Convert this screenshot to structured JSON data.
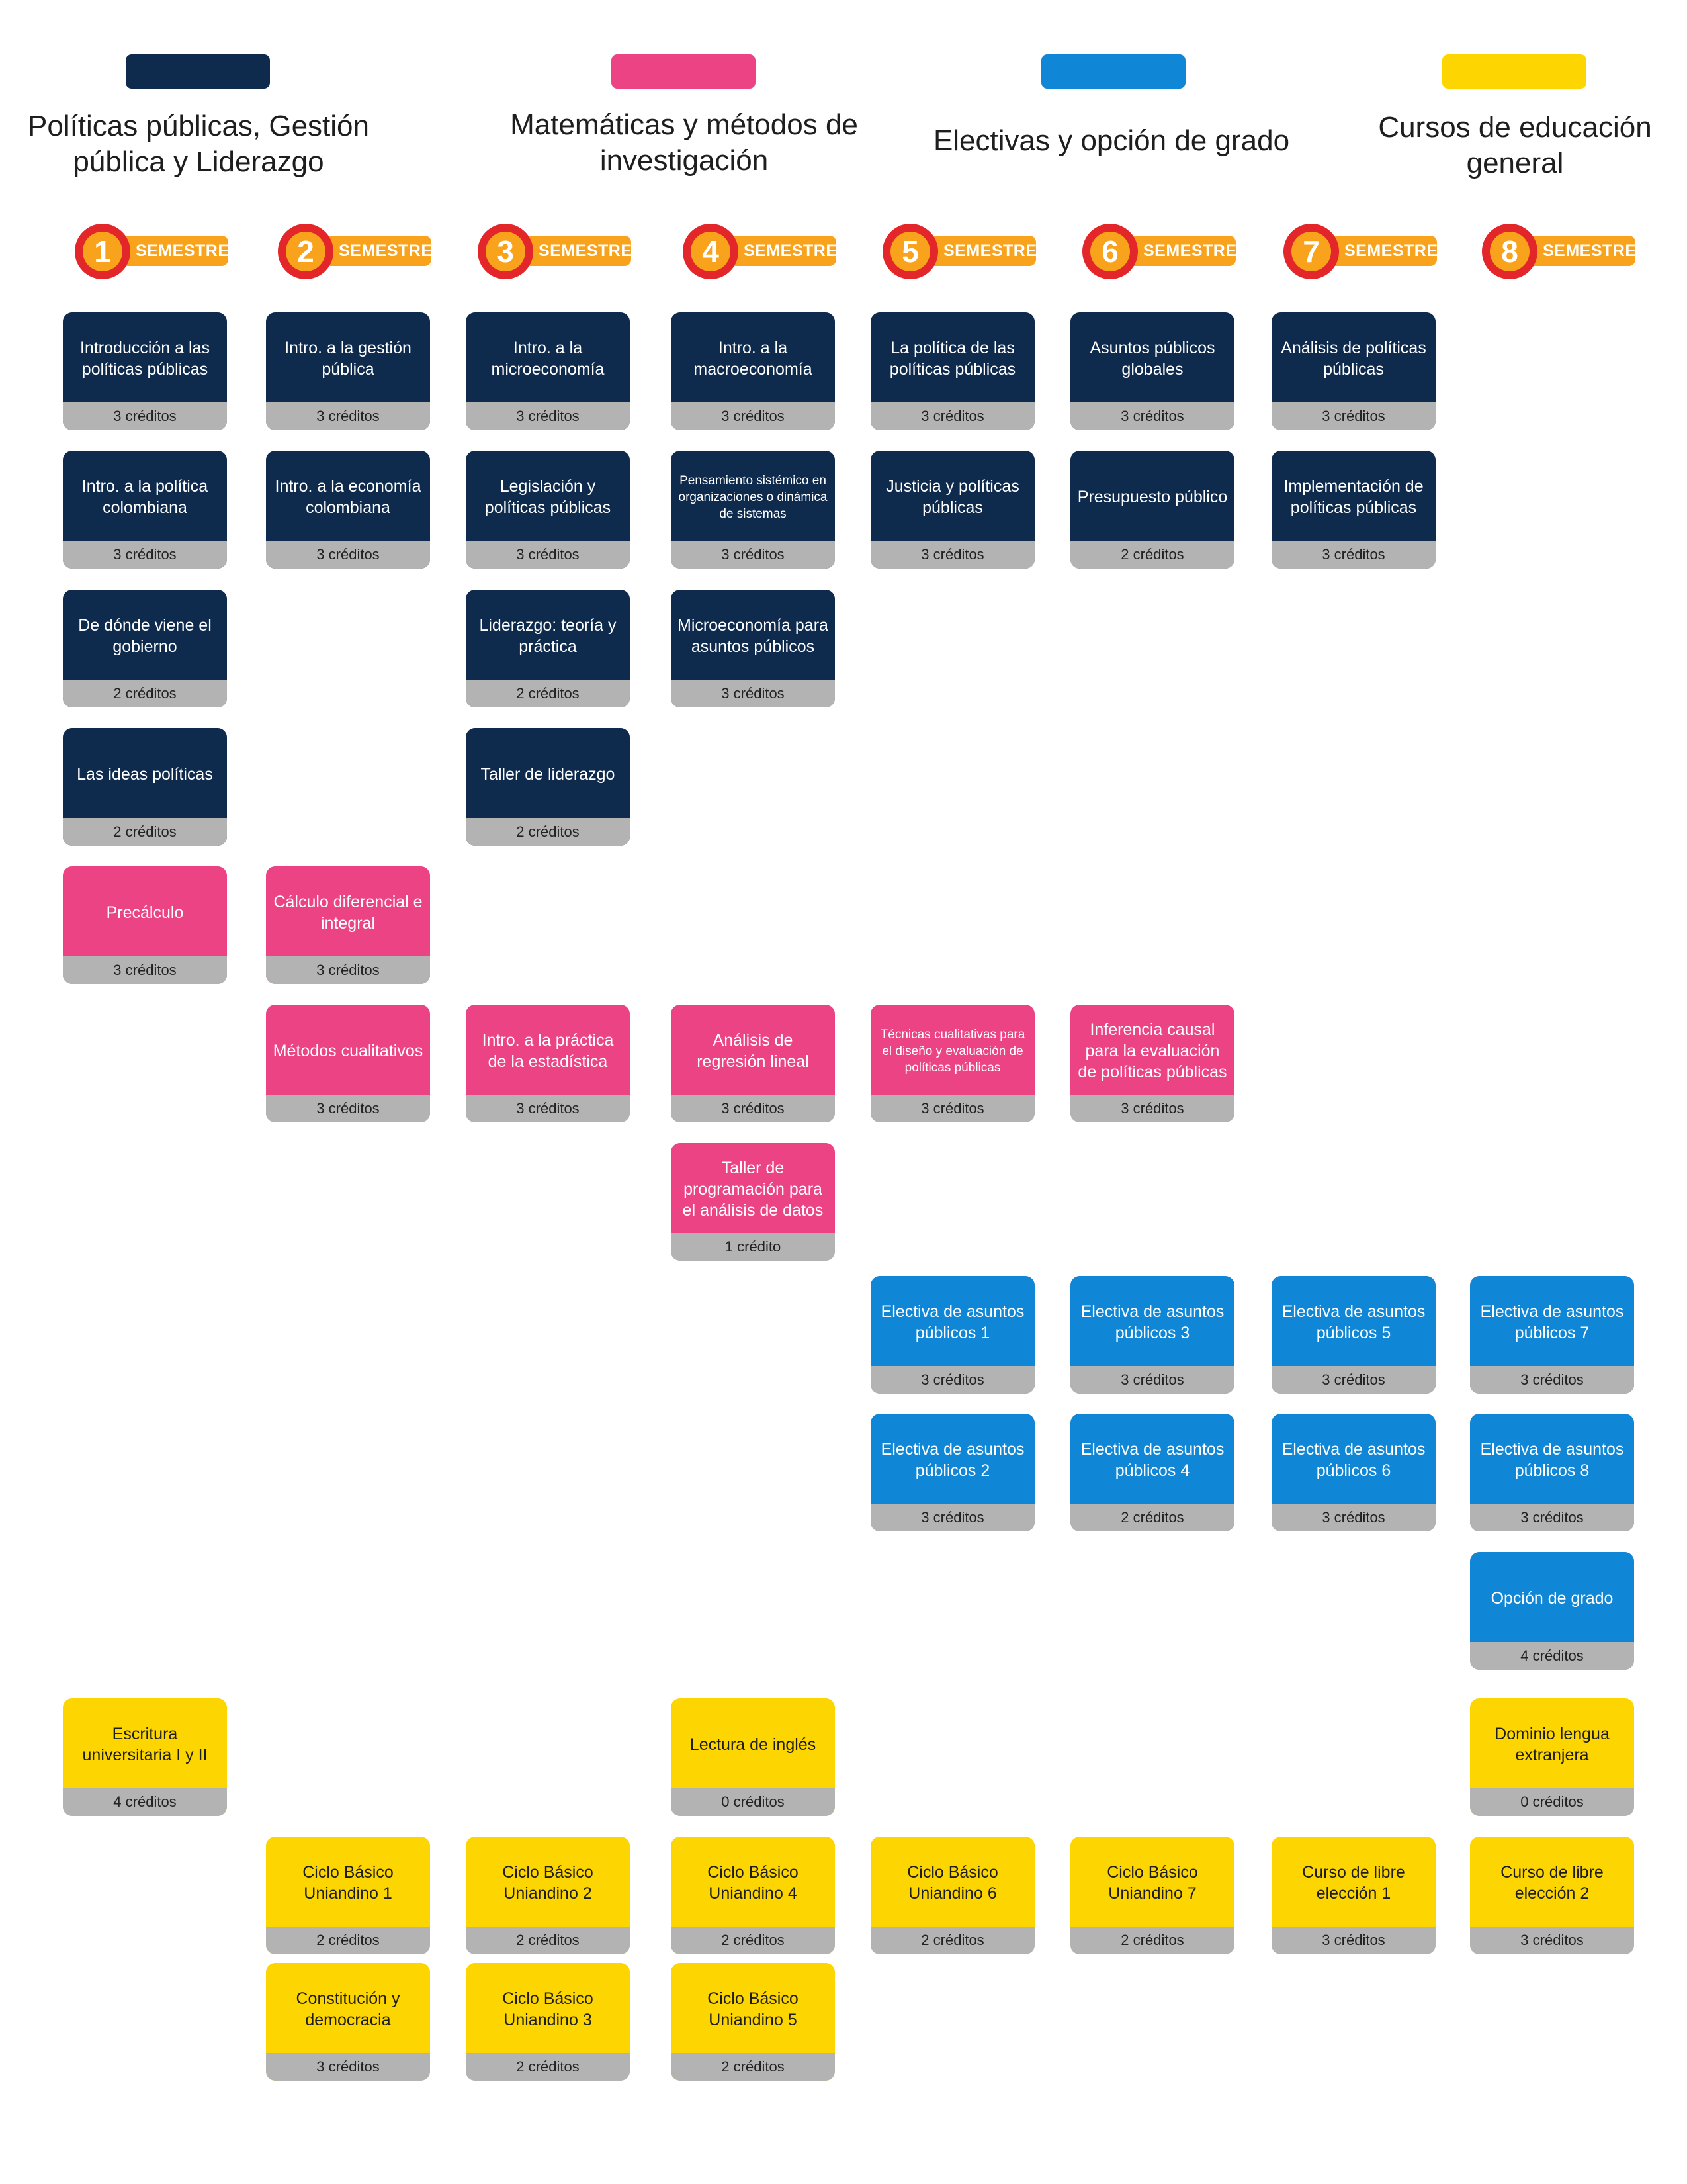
{
  "colors": {
    "navy": "#0e2a4d",
    "pink": "#ec4385",
    "blue": "#0f86d6",
    "yellow": "#fdd500",
    "semester_orange": "#f9a21b",
    "semester_red": "#e2262a",
    "credits_gray": "#b3b3b3"
  },
  "legend": [
    {
      "label": "Políticas públicas, Gestión pública y Liderazgo",
      "color": "navy"
    },
    {
      "label": "Matemáticas y métodos de investigación",
      "color": "pink"
    },
    {
      "label": "Electivas y opción de grado",
      "color": "blue"
    },
    {
      "label": "Cursos de educación general",
      "color": "yellow"
    }
  ],
  "semester_label": "SEMESTRE",
  "semesters": [
    "1",
    "2",
    "3",
    "4",
    "5",
    "6",
    "7",
    "8"
  ],
  "courses": [
    {
      "col": 1,
      "row": 1,
      "color": "navy",
      "title": "Introducción a las políticas públicas",
      "credits": "3 créditos"
    },
    {
      "col": 1,
      "row": 2,
      "color": "navy",
      "title": "Intro. a la política colombiana",
      "credits": "3 créditos"
    },
    {
      "col": 1,
      "row": 3,
      "color": "navy",
      "title": "De dónde viene el gobierno",
      "credits": "2 créditos"
    },
    {
      "col": 1,
      "row": 4,
      "color": "navy",
      "title": "Las ideas políticas",
      "credits": "2 créditos"
    },
    {
      "col": 1,
      "row": 5,
      "color": "pink",
      "title": "Precálculo",
      "credits": "3 créditos"
    },
    {
      "col": 1,
      "row": 11,
      "color": "yellow",
      "title": "Escritura universitaria I y II",
      "credits": "4 créditos"
    },
    {
      "col": 2,
      "row": 1,
      "color": "navy",
      "title": "Intro. a la gestión pública",
      "credits": "3 créditos"
    },
    {
      "col": 2,
      "row": 2,
      "color": "navy",
      "title": "Intro. a la economía colombiana",
      "credits": "3 créditos"
    },
    {
      "col": 2,
      "row": 5,
      "color": "pink",
      "title": "Cálculo diferencial e integral",
      "credits": "3 créditos"
    },
    {
      "col": 2,
      "row": 6,
      "color": "pink",
      "title": "Métodos cualitativos",
      "credits": "3 créditos"
    },
    {
      "col": 2,
      "row": 12,
      "color": "yellow",
      "title": "Ciclo Básico Uniandino 1",
      "credits": "2 créditos"
    },
    {
      "col": 2,
      "row": 13,
      "color": "yellow",
      "title": "Constitución y democracia",
      "credits": "3 créditos"
    },
    {
      "col": 3,
      "row": 1,
      "color": "navy",
      "title": "Intro. a la microeconomía",
      "credits": "3 créditos"
    },
    {
      "col": 3,
      "row": 2,
      "color": "navy",
      "title": "Legislación y políticas públicas",
      "credits": "3 créditos"
    },
    {
      "col": 3,
      "row": 3,
      "color": "navy",
      "title": "Liderazgo: teoría y práctica",
      "credits": "2 créditos"
    },
    {
      "col": 3,
      "row": 4,
      "color": "navy",
      "title": "Taller de liderazgo",
      "credits": "2 créditos"
    },
    {
      "col": 3,
      "row": 6,
      "color": "pink",
      "title": "Intro. a la práctica de la estadística",
      "credits": "3 créditos"
    },
    {
      "col": 3,
      "row": 12,
      "color": "yellow",
      "title": "Ciclo Básico Uniandino 2",
      "credits": "2 créditos"
    },
    {
      "col": 3,
      "row": 13,
      "color": "yellow",
      "title": "Ciclo Básico Uniandino 3",
      "credits": "2 créditos"
    },
    {
      "col": 4,
      "row": 1,
      "color": "navy",
      "title": "Intro. a la macroeconomía",
      "credits": "3 créditos"
    },
    {
      "col": 4,
      "row": 2,
      "color": "navy",
      "title": "Pensamiento sistémico en organizaciones o dinámica de sistemas",
      "credits": "3 créditos",
      "small": true
    },
    {
      "col": 4,
      "row": 3,
      "color": "navy",
      "title": "Microeconomía para asuntos públicos",
      "credits": "3 créditos"
    },
    {
      "col": 4,
      "row": 6,
      "color": "pink",
      "title": "Análisis de regresión lineal",
      "credits": "3 créditos"
    },
    {
      "col": 4,
      "row": 7,
      "color": "pink",
      "title": "Taller de programación para el análisis de datos",
      "credits": "1 crédito"
    },
    {
      "col": 4,
      "row": 11,
      "color": "yellow",
      "title": "Lectura de inglés",
      "credits": "0 créditos"
    },
    {
      "col": 4,
      "row": 12,
      "color": "yellow",
      "title": "Ciclo Básico Uniandino 4",
      "credits": "2 créditos"
    },
    {
      "col": 4,
      "row": 13,
      "color": "yellow",
      "title": "Ciclo Básico Uniandino 5",
      "credits": "2 créditos"
    },
    {
      "col": 5,
      "row": 1,
      "color": "navy",
      "title": "La política de las políticas públicas",
      "credits": "3 créditos"
    },
    {
      "col": 5,
      "row": 2,
      "color": "navy",
      "title": "Justicia y políticas públicas",
      "credits": "3 créditos"
    },
    {
      "col": 5,
      "row": 6,
      "color": "pink",
      "title": "Técnicas cualitativas para el diseño y evaluación de políticas públicas",
      "credits": "3 créditos",
      "small": true
    },
    {
      "col": 5,
      "row": 8,
      "color": "blue",
      "title": "Electiva de asuntos públicos 1",
      "credits": "3 créditos"
    },
    {
      "col": 5,
      "row": 9,
      "color": "blue",
      "title": "Electiva de asuntos públicos 2",
      "credits": "3 créditos"
    },
    {
      "col": 5,
      "row": 12,
      "color": "yellow",
      "title": "Ciclo Básico Uniandino 6",
      "credits": "2 créditos"
    },
    {
      "col": 6,
      "row": 1,
      "color": "navy",
      "title": "Asuntos públicos globales",
      "credits": "3 créditos"
    },
    {
      "col": 6,
      "row": 2,
      "color": "navy",
      "title": "Presupuesto público",
      "credits": "2 créditos"
    },
    {
      "col": 6,
      "row": 6,
      "color": "pink",
      "title": "Inferencia causal para la evaluación de políticas públicas",
      "credits": "3 créditos"
    },
    {
      "col": 6,
      "row": 8,
      "color": "blue",
      "title": "Electiva de asuntos públicos 3",
      "credits": "3 créditos"
    },
    {
      "col": 6,
      "row": 9,
      "color": "blue",
      "title": "Electiva de asuntos públicos 4",
      "credits": "2 créditos"
    },
    {
      "col": 6,
      "row": 12,
      "color": "yellow",
      "title": "Ciclo Básico Uniandino 7",
      "credits": "2 créditos"
    },
    {
      "col": 7,
      "row": 1,
      "color": "navy",
      "title": "Análisis de políticas públicas",
      "credits": "3 créditos"
    },
    {
      "col": 7,
      "row": 2,
      "color": "navy",
      "title": "Implementación de políticas públicas",
      "credits": "3 créditos"
    },
    {
      "col": 7,
      "row": 8,
      "color": "blue",
      "title": "Electiva de asuntos públicos 5",
      "credits": "3 créditos"
    },
    {
      "col": 7,
      "row": 9,
      "color": "blue",
      "title": "Electiva de asuntos públicos 6",
      "credits": "3 créditos"
    },
    {
      "col": 7,
      "row": 12,
      "color": "yellow",
      "title": "Curso de libre elección 1",
      "credits": "3 créditos"
    },
    {
      "col": 8,
      "row": 8,
      "color": "blue",
      "title": "Electiva de asuntos públicos 7",
      "credits": "3 créditos"
    },
    {
      "col": 8,
      "row": 9,
      "color": "blue",
      "title": "Electiva de asuntos públicos 8",
      "credits": "3 créditos"
    },
    {
      "col": 8,
      "row": 10,
      "color": "blue",
      "title": "Opción de grado",
      "credits": "4 créditos"
    },
    {
      "col": 8,
      "row": 11,
      "color": "yellow",
      "title": "Dominio lengua extranjera",
      "credits": "0 créditos"
    },
    {
      "col": 8,
      "row": 12,
      "color": "yellow",
      "title": "Curso de libre elección 2",
      "credits": "3 créditos"
    }
  ]
}
